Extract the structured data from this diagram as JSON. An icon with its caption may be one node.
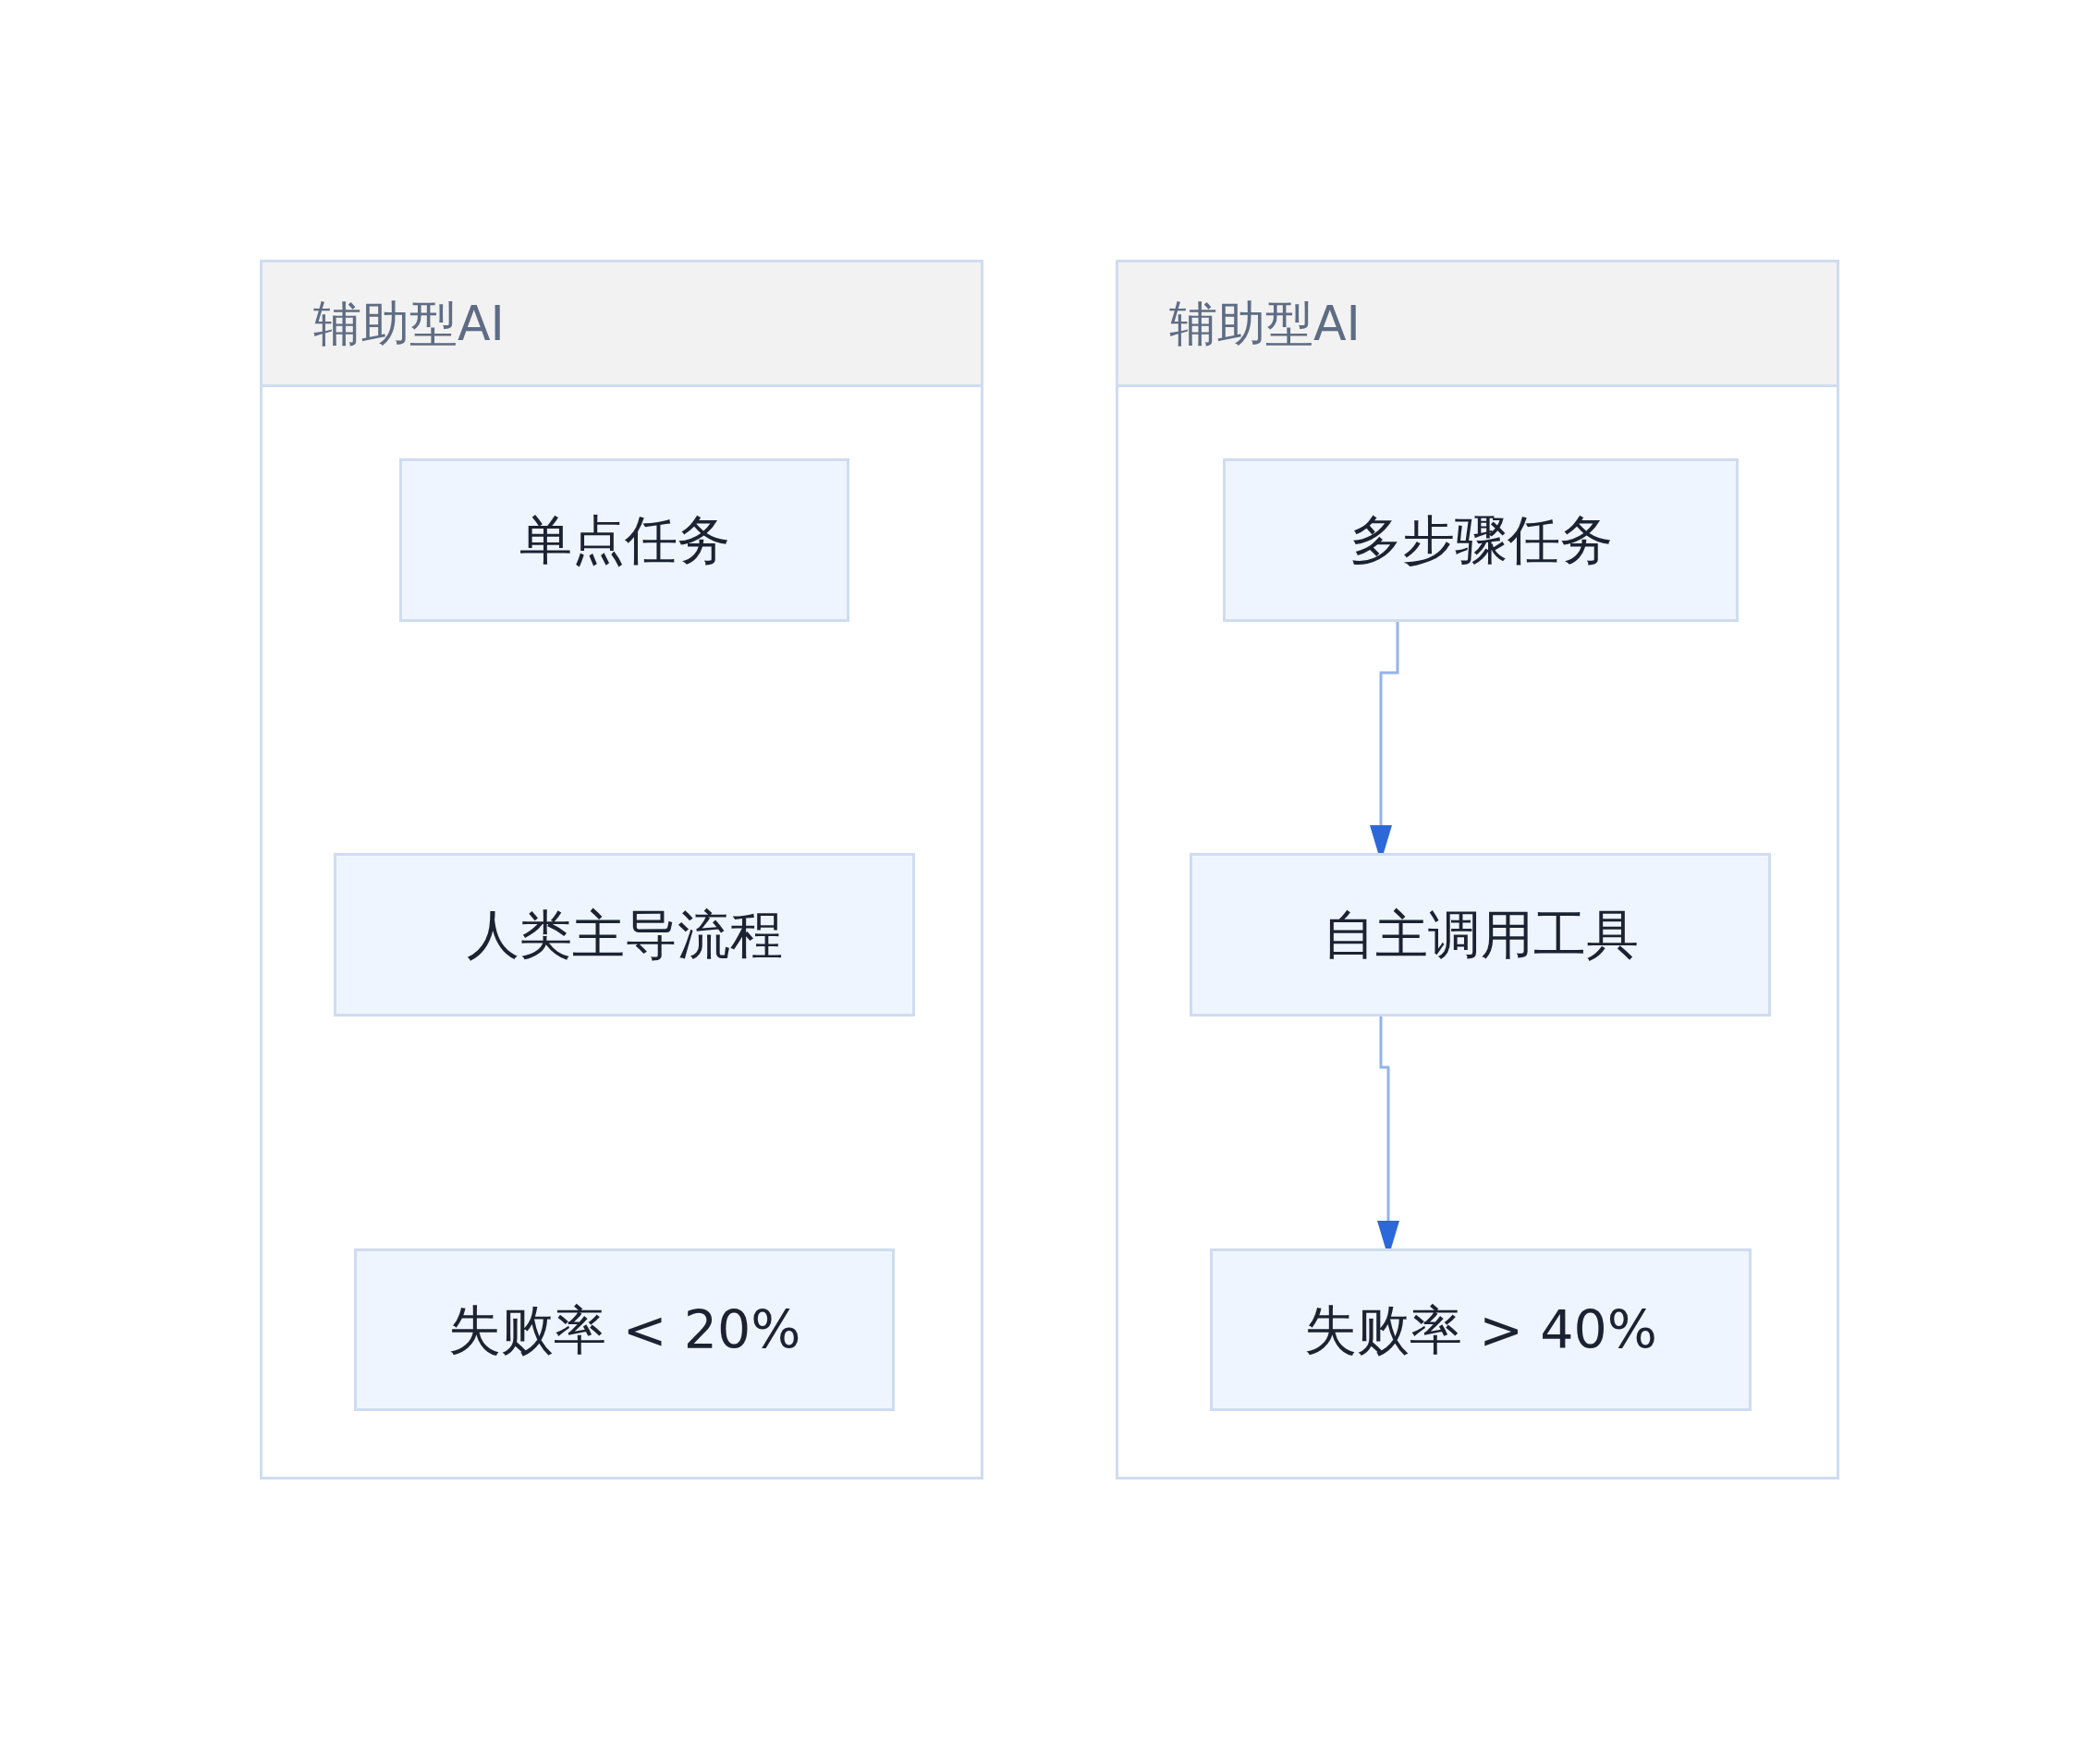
{
  "diagram": {
    "nodes": [
      {
        "text": [
          "辅助型AI"
        ]
      },
      {
        "text": [
          "单点任务"
        ],
        "in": 0
      },
      {
        "text": [
          "人类主导流程"
        ],
        "in": 0
      },
      {
        "text": [
          "失败率 < 20%"
        ],
        "in": 0
      },
      {
        "text": [
          "辅助型AI"
        ]
      },
      {
        "text": [
          "多步骤任务"
        ],
        "in": 4
      },
      {
        "text": [
          "自主调用工具"
        ],
        "in": 4
      },
      {
        "text": [
          "失败率 > 40%"
        ],
        "in": 4
      }
    ],
    "edges": [
      {
        "from": 5,
        "to": 6,
        "arrow": "to"
      },
      {
        "from": 6,
        "to": 7,
        "arrow": "to"
      }
    ]
  }
}
